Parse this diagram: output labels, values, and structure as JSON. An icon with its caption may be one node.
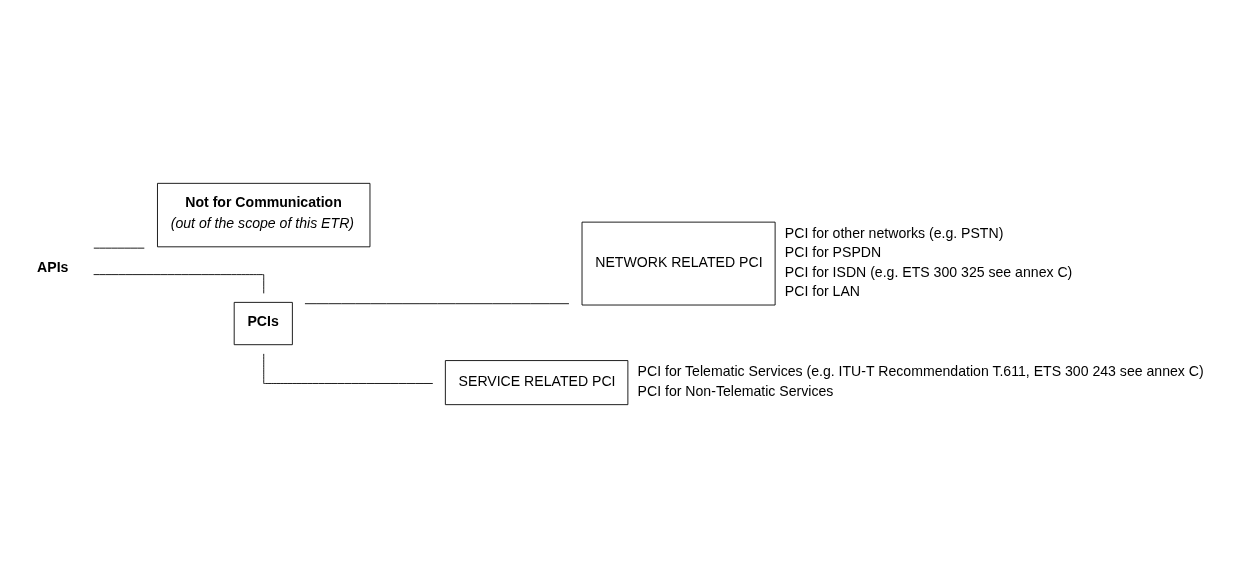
{
  "diagram": {
    "nodes": [
      {
        "text": [
          "APIs"
        ]
      },
      {
        "text": [
          "Not for Communication",
          "(out of the scope of this ETR)"
        ]
      },
      {
        "text": [
          "PCIs"
        ]
      },
      {
        "text": [
          "NETWORK RELATED PCI"
        ],
        "beside": [
          "PCI for other networks (e.g. PSTN)",
          "PCI for PSPDN",
          "PCI for ISDN (e.g. ETS 300 325 see annex C)",
          "PCI for LAN"
        ]
      },
      {
        "text": [
          "SERVICE RELATED PCI"
        ],
        "beside": [
          "PCI for Telematic Services (e.g. ITU-T Recommendation T.611, ETS 300 243 see annex C)",
          "PCI for Non-Telematic Services"
        ]
      }
    ],
    "edges": [
      {
        "from": 0,
        "to": 1,
        "arrow": "none"
      },
      {
        "from": 0,
        "to": 2,
        "arrow": "none"
      },
      {
        "from": 2,
        "to": 3,
        "arrow": "none"
      },
      {
        "from": 2,
        "to": 4,
        "arrow": "none"
      }
    ]
  }
}
